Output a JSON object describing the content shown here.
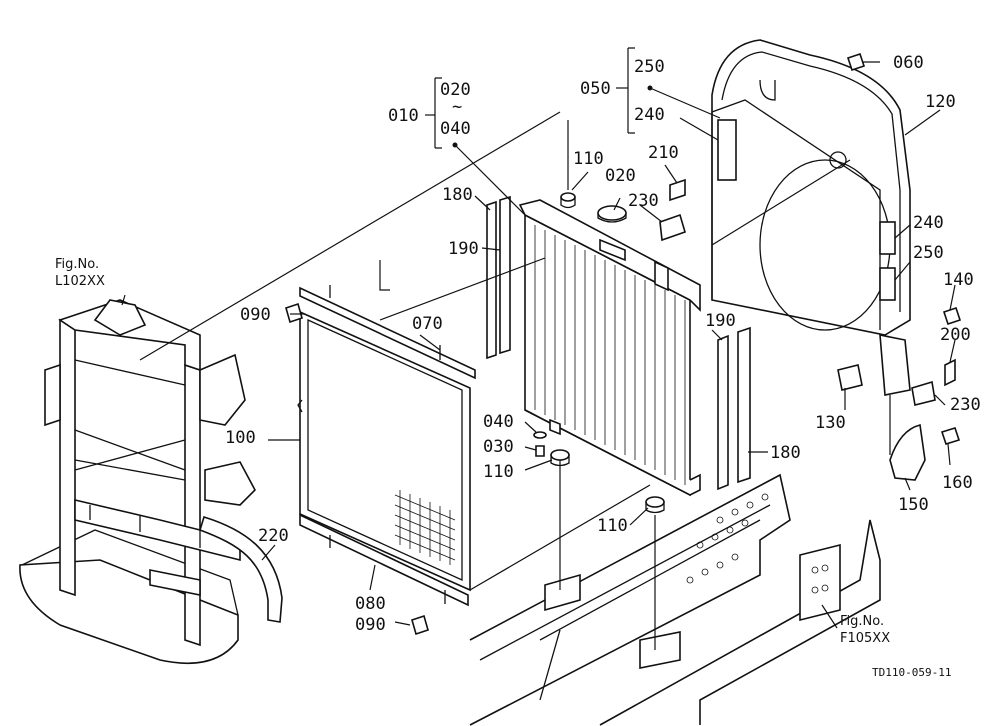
{
  "labels": {
    "p010": "010",
    "p020a": "020",
    "tilde": "~",
    "p040a": "040",
    "p050": "050",
    "p250a": "250",
    "p240a": "240",
    "p060": "060",
    "p120": "120",
    "p110a": "110",
    "p020b": "020",
    "p210": "210",
    "p230a": "230",
    "p180a": "180",
    "p190a": "190",
    "p240b": "240",
    "p250b": "250",
    "p140": "140",
    "p200": "200",
    "p230b": "230",
    "p090a": "090",
    "p070": "070",
    "p190b": "190",
    "p040b": "040",
    "p030": "030",
    "p110b": "110",
    "p180b": "180",
    "p130": "130",
    "p160": "160",
    "p150": "150",
    "p100": "100",
    "p110c": "110",
    "p220": "220",
    "p080": "080",
    "p090b": "090"
  },
  "references": {
    "fig_l102_line1": "Fig.No.",
    "fig_l102_line2": "L102XX",
    "fig_f105_line1": "Fig.No.",
    "fig_f105_line2": "F105XX"
  },
  "drawing_code": "TD110-059-11"
}
